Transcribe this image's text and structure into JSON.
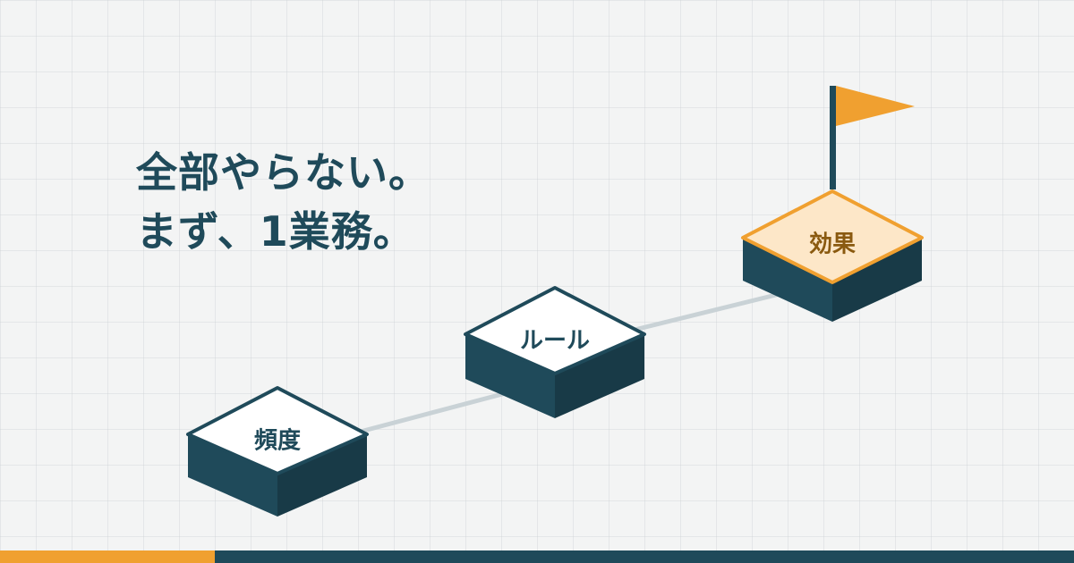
{
  "headline": {
    "line1": "全部やらない。",
    "line2": "まず、1業務。"
  },
  "steps": [
    {
      "label": "頻度"
    },
    {
      "label": "ルール"
    },
    {
      "label": "効果"
    }
  ],
  "colors": {
    "navy": "#1f4a5a",
    "navy_dark": "#183a47",
    "accent": "#f0a030",
    "goal_top": "#fde7c8",
    "goal_text": "#8a5a10",
    "connector": "#c9d2d6",
    "background": "#f3f4f4"
  },
  "icons": {
    "goal": "flag-icon"
  }
}
